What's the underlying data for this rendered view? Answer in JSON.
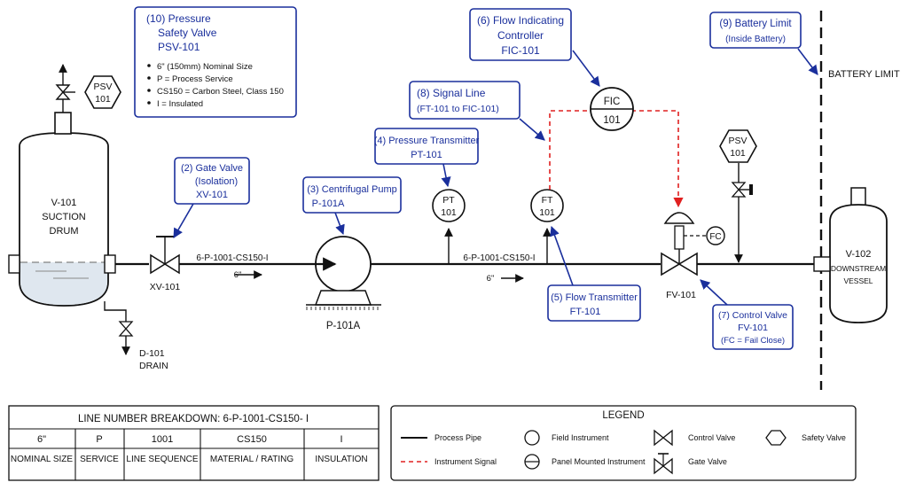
{
  "colors": {
    "callout": "#1a2f9c",
    "signal": "#e02020",
    "line": "#111111"
  },
  "callouts": {
    "psv": {
      "title1": "(10) Pressure",
      "title2": "Safety Valve",
      "title3": "PSV-101",
      "items": [
        "6\" (150mm) Nominal Size",
        "P  = Process Service",
        "CS150 = Carbon Steel, Class 150",
        "I        = Insulated"
      ]
    },
    "fic": {
      "l1": "(6) Flow Indicating",
      "l2": "Controller",
      "l3": "FIC-101"
    },
    "battery": {
      "l1": "(9) Battery Limit",
      "l2": "(Inside Battery)"
    },
    "signal": {
      "l1": "(8) Signal Line",
      "l2": "(FT-101 to FIC-101)"
    },
    "pt": {
      "l1": "(4) Pressure Transmitter",
      "l2": "PT-101"
    },
    "gate": {
      "l1": "(2) Gate Valve",
      "l2": "(Isolation)",
      "l3": "XV-101"
    },
    "pump": {
      "l1": "(3) Centrifugal Pump",
      "l2": "P-101A"
    },
    "ft": {
      "l1": "(5) Flow Transmitter",
      "l2": "FT-101"
    },
    "cv": {
      "l1": "(7) Control Valve",
      "l2": "FV-101",
      "l3": "(FC = Fail Close)"
    }
  },
  "equipment": {
    "v101": [
      "V-101",
      "SUCTION",
      "DRUM"
    ],
    "v102": [
      "V-102",
      "DOWNSTREAM",
      "VESSEL"
    ],
    "psv_top": [
      "PSV",
      "101"
    ],
    "psv_right": [
      "PSV",
      "101"
    ],
    "fic": [
      "FIC",
      "101"
    ],
    "pt": [
      "PT",
      "101"
    ],
    "ft": [
      "FT",
      "101"
    ],
    "fc": "FC",
    "xv_label": "XV-101",
    "pump_label": "P-101A",
    "fv_label": "FV-101",
    "drain": [
      "D-101",
      "DRAIN"
    ],
    "battery_limit": "BATTERY LIMIT",
    "line1": "6-P-1001-CS150-I",
    "line2": "6-P-1001-CS150-I",
    "size1": "6\"",
    "size2": "6\""
  },
  "line_table": {
    "title": "LINE NUMBER BREAKDOWN: 6-P-1001-CS150- I",
    "values": [
      "6\"",
      "P",
      "1001",
      "CS150",
      "I"
    ],
    "headers": [
      "NOMINAL SIZE",
      "SERVICE",
      "LINE SEQUENCE",
      "MATERIAL / RATING",
      "INSULATION"
    ]
  },
  "legend": {
    "title": "LEGEND",
    "process_pipe": "Process Pipe",
    "instrument_signal": "Instrument Signal",
    "field_instrument": "Field Instrument",
    "panel_instrument": "Panel Mounted Instrument",
    "control_valve": "Control Valve",
    "gate_valve": "Gate Valve",
    "safety_valve": "Safety Valve"
  }
}
